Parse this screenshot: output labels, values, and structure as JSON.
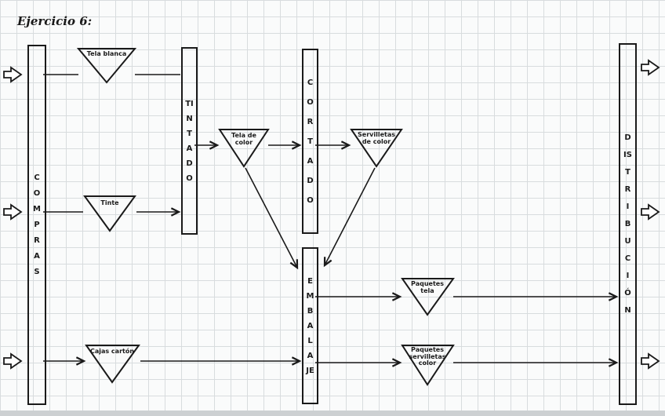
{
  "title": "Ejercicio 6:",
  "stations": [
    {
      "id": "compras",
      "label": "COMPRAS"
    },
    {
      "id": "tintado",
      "label": "TINTADO"
    },
    {
      "id": "cortado",
      "label": "CORTADO"
    },
    {
      "id": "embalaje",
      "label": "EMBALAJE"
    },
    {
      "id": "distribucion",
      "label": "DISTRIBUCIÓN"
    }
  ],
  "inventories": [
    {
      "id": "tela-blanca",
      "label": "Tela blanca"
    },
    {
      "id": "tinte",
      "label": "Tinte"
    },
    {
      "id": "tela-de-color",
      "label": "Tela de color"
    },
    {
      "id": "servilletas-de-color",
      "label": "Servilletas de color"
    },
    {
      "id": "paquetes-tela",
      "label": "Paquetes tela"
    },
    {
      "id": "cajas-carton",
      "label": "Cajas cartón"
    },
    {
      "id": "paquetes-servilletas-color",
      "label": "Paquetes servilletas color"
    }
  ],
  "flows": [
    {
      "from": "input",
      "to": "compras"
    },
    {
      "from": "compras",
      "to": "tela-blanca"
    },
    {
      "from": "tela-blanca",
      "to": "tintado"
    },
    {
      "from": "compras",
      "to": "tinte"
    },
    {
      "from": "tinte",
      "to": "tintado"
    },
    {
      "from": "tintado",
      "to": "tela-de-color"
    },
    {
      "from": "tela-de-color",
      "to": "cortado"
    },
    {
      "from": "cortado",
      "to": "servilletas-de-color"
    },
    {
      "from": "tela-de-color",
      "to": "embalaje"
    },
    {
      "from": "servilletas-de-color",
      "to": "embalaje"
    },
    {
      "from": "compras",
      "to": "cajas-carton"
    },
    {
      "from": "cajas-carton",
      "to": "embalaje"
    },
    {
      "from": "embalaje",
      "to": "paquetes-tela"
    },
    {
      "from": "paquetes-tela",
      "to": "distribucion"
    },
    {
      "from": "embalaje",
      "to": "paquetes-servilletas-color"
    },
    {
      "from": "paquetes-servilletas-color",
      "to": "distribucion"
    },
    {
      "from": "distribucion",
      "to": "output"
    }
  ],
  "colors": {
    "ink": "#1a1a1a",
    "grid": "#d8dcde",
    "paper": "#fafbfb"
  }
}
